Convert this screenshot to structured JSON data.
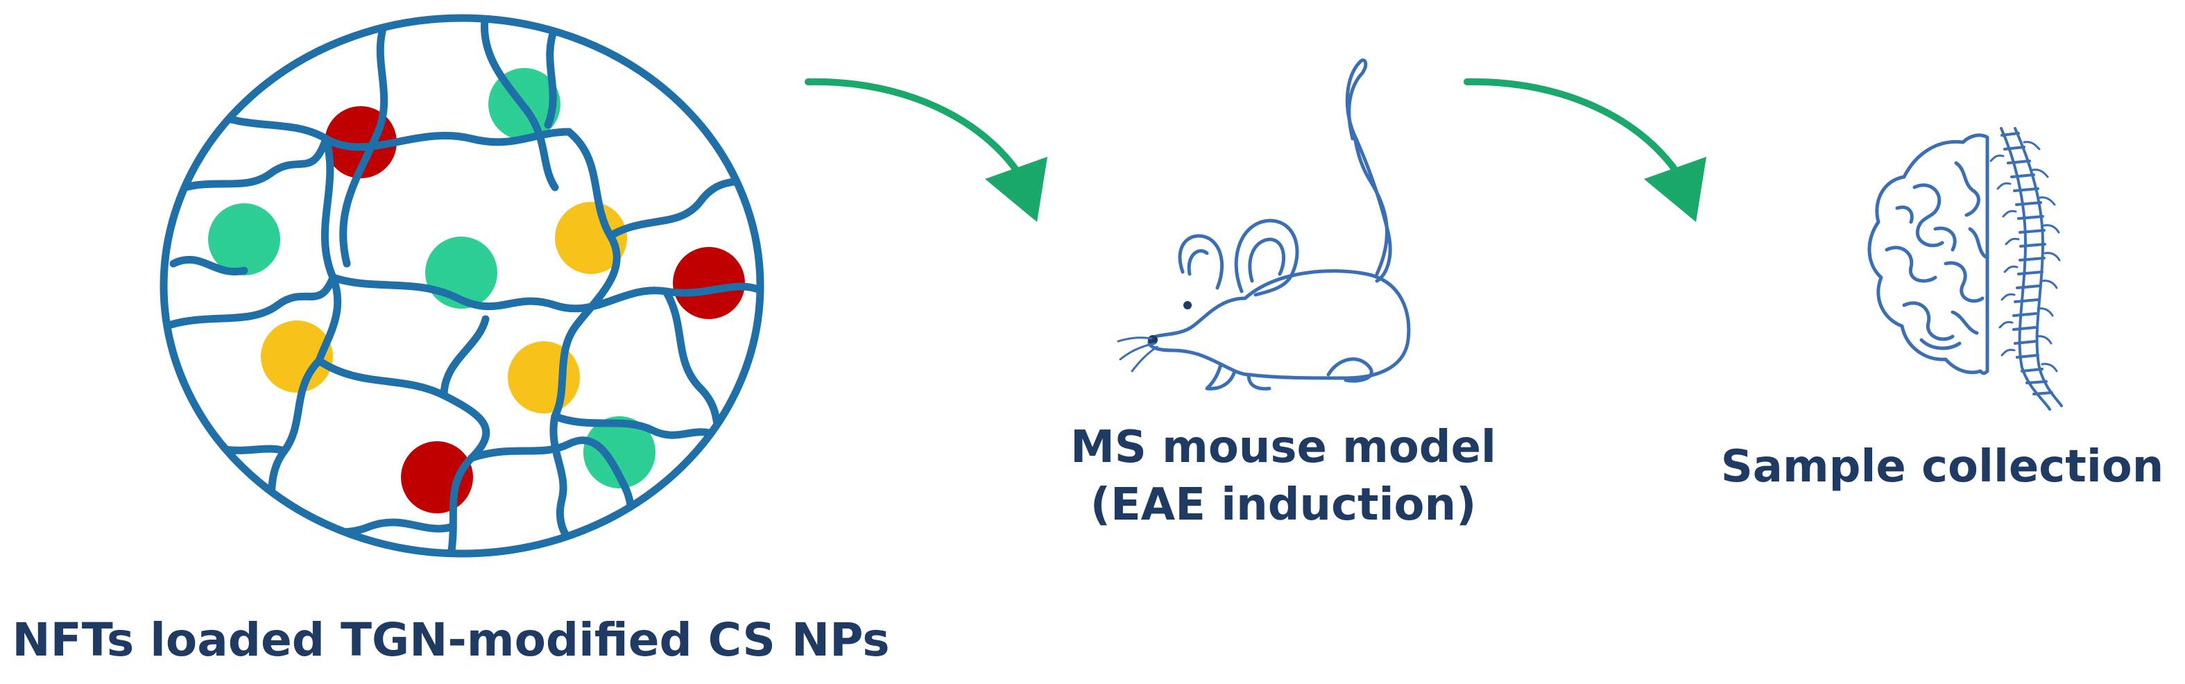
{
  "diagram": {
    "steps": [
      {
        "label": "NFTs loaded TGN-modified CS NPs"
      },
      {
        "label_line1": "MS mouse model",
        "label_line2": "(EAE induction)"
      },
      {
        "label": "Sample collection"
      }
    ],
    "colors": {
      "network": "#1f6fa8",
      "text": "#1f3b64",
      "arrow": "#1aa96b",
      "particle_green": "#2ecf95",
      "particle_red": "#c00000",
      "particle_yellow": "#f7c31a",
      "outline": "#3b6fb5"
    },
    "icons": [
      "nanoparticle-network-icon",
      "mouse-icon",
      "brain-icon",
      "spine-icon",
      "curved-arrow-icon"
    ]
  }
}
